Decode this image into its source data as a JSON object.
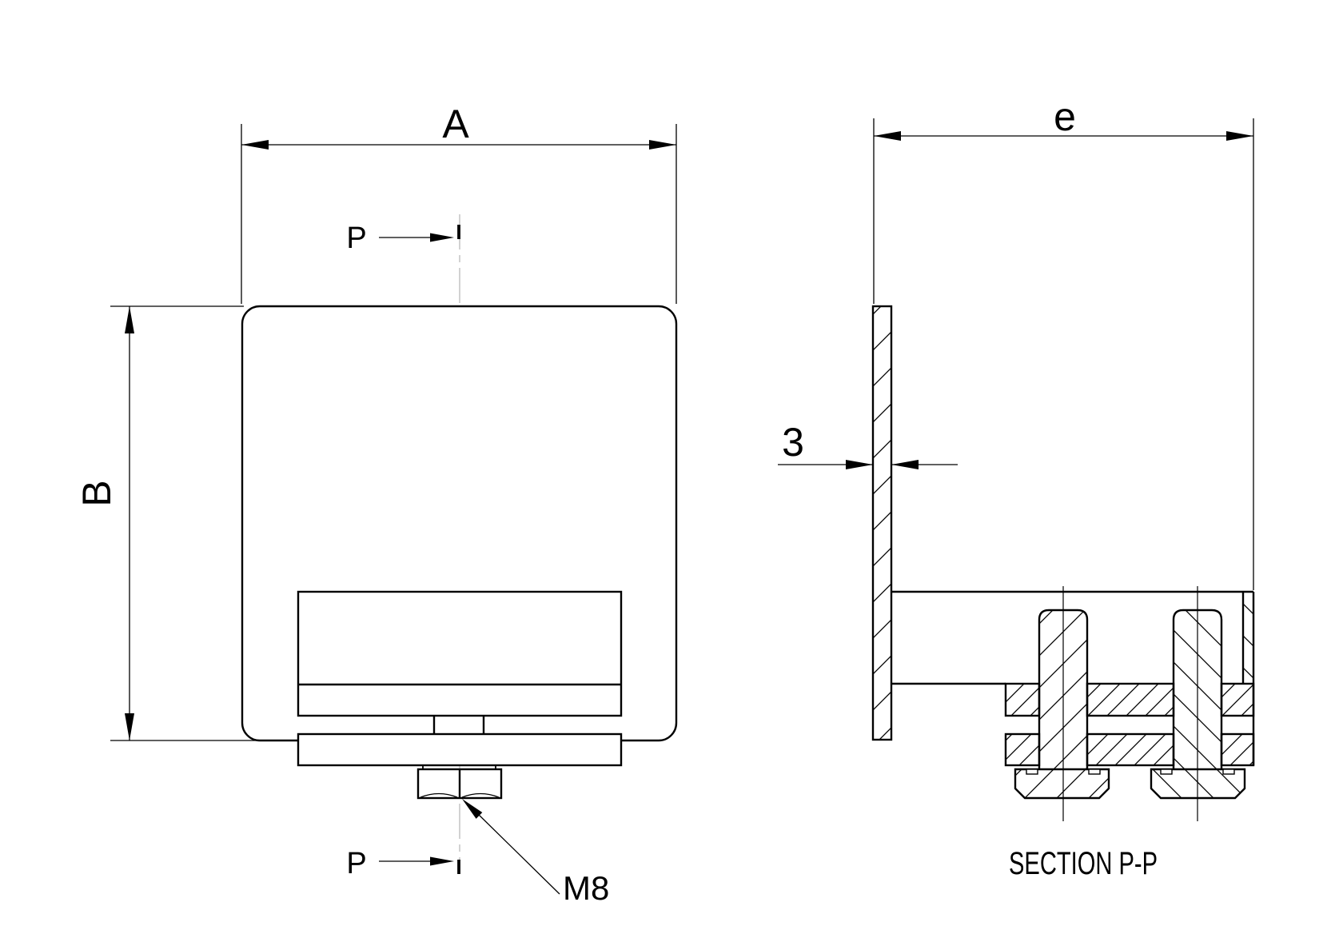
{
  "drawing": {
    "front_view": {
      "width_dim_label": "A",
      "height_dim_label": "B",
      "section_marker_label": "P",
      "thread_callout": "M8"
    },
    "section_view": {
      "depth_dim_label": "e",
      "thickness_dim_label": "3",
      "title": "SECTION P-P"
    }
  },
  "colors": {
    "line": "#000000",
    "centerline": "#c3c3c3",
    "background": "#ffffff"
  }
}
